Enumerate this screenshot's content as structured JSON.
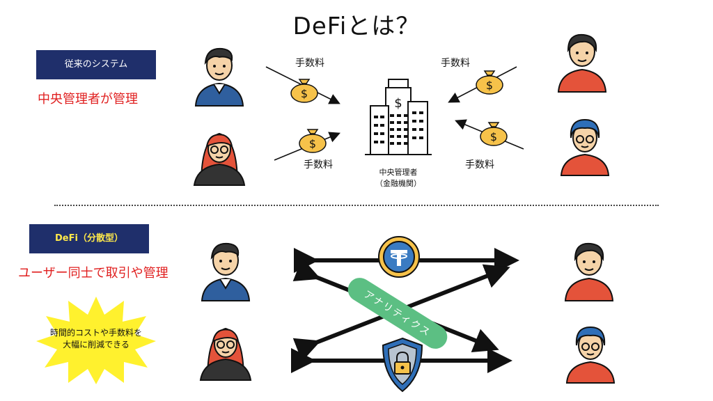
{
  "title": "DeFiとは？",
  "top_section": {
    "label": "従来のシステム",
    "subtitle": "中央管理者が管理",
    "fee_labels": [
      "手数料",
      "手数料",
      "手数料",
      "手数料"
    ],
    "center_caption_1": "中央管理者",
    "center_caption_2": "（金融機関）"
  },
  "bottom_section": {
    "label": "DeFi（分散型）",
    "subtitle": "ユーザー同士で取引や管理",
    "burst_line_1": "時間的コストや手数料を",
    "burst_line_2": "大幅に削減できる",
    "pill_label": "アナリティクス"
  },
  "icons": {
    "money_bag": "$",
    "building": "$"
  },
  "colors": {
    "navy": "#1f2f6b",
    "red": "#e01f1f",
    "label_yellow": "#ffe94a",
    "gold": "#f6c24a",
    "green": "#5cbf83",
    "shield_blue": "#2f6fb8",
    "burst_yellow": "#fff12e"
  }
}
